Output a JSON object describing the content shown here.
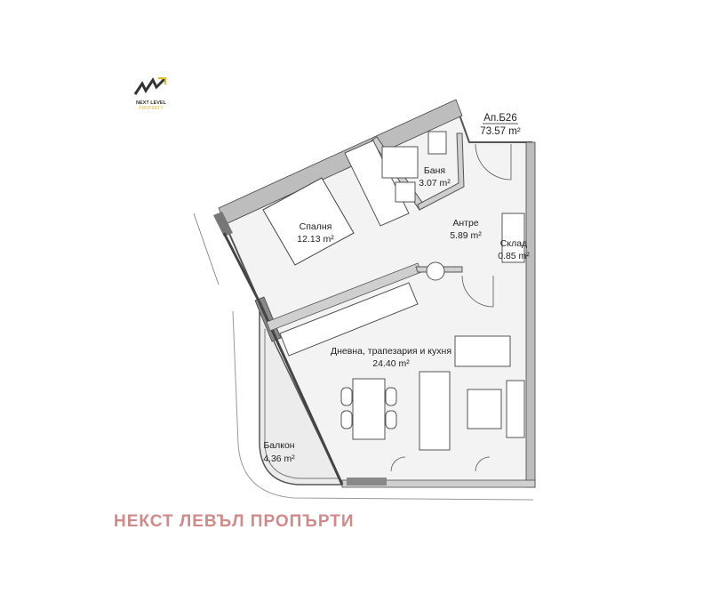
{
  "logo": {
    "line1": "NEXT LEVEL",
    "line2": "PROPERTY",
    "accent": "#e8b820"
  },
  "apartment": {
    "name": "Ап.Б26",
    "area": "73.57 m²"
  },
  "rooms": [
    {
      "name": "Баня",
      "area": "3.07 m²"
    },
    {
      "name": "Спалня",
      "area": "12.13 m²"
    },
    {
      "name": "Антре",
      "area": "5.89 m²"
    },
    {
      "name": "Склад",
      "area": "0.85 m²"
    },
    {
      "name": "Дневна, трапезария и кухня",
      "area": "24.40 m²"
    },
    {
      "name": "Балкон",
      "area": "4.36 m²"
    }
  ],
  "watermark": "НЕКСТ ЛЕВЪЛ ПРОПЪРТИ",
  "colors": {
    "wall": "#bdbdbd",
    "floor": "#f2f2f2",
    "watermark": "#d08a8a"
  }
}
